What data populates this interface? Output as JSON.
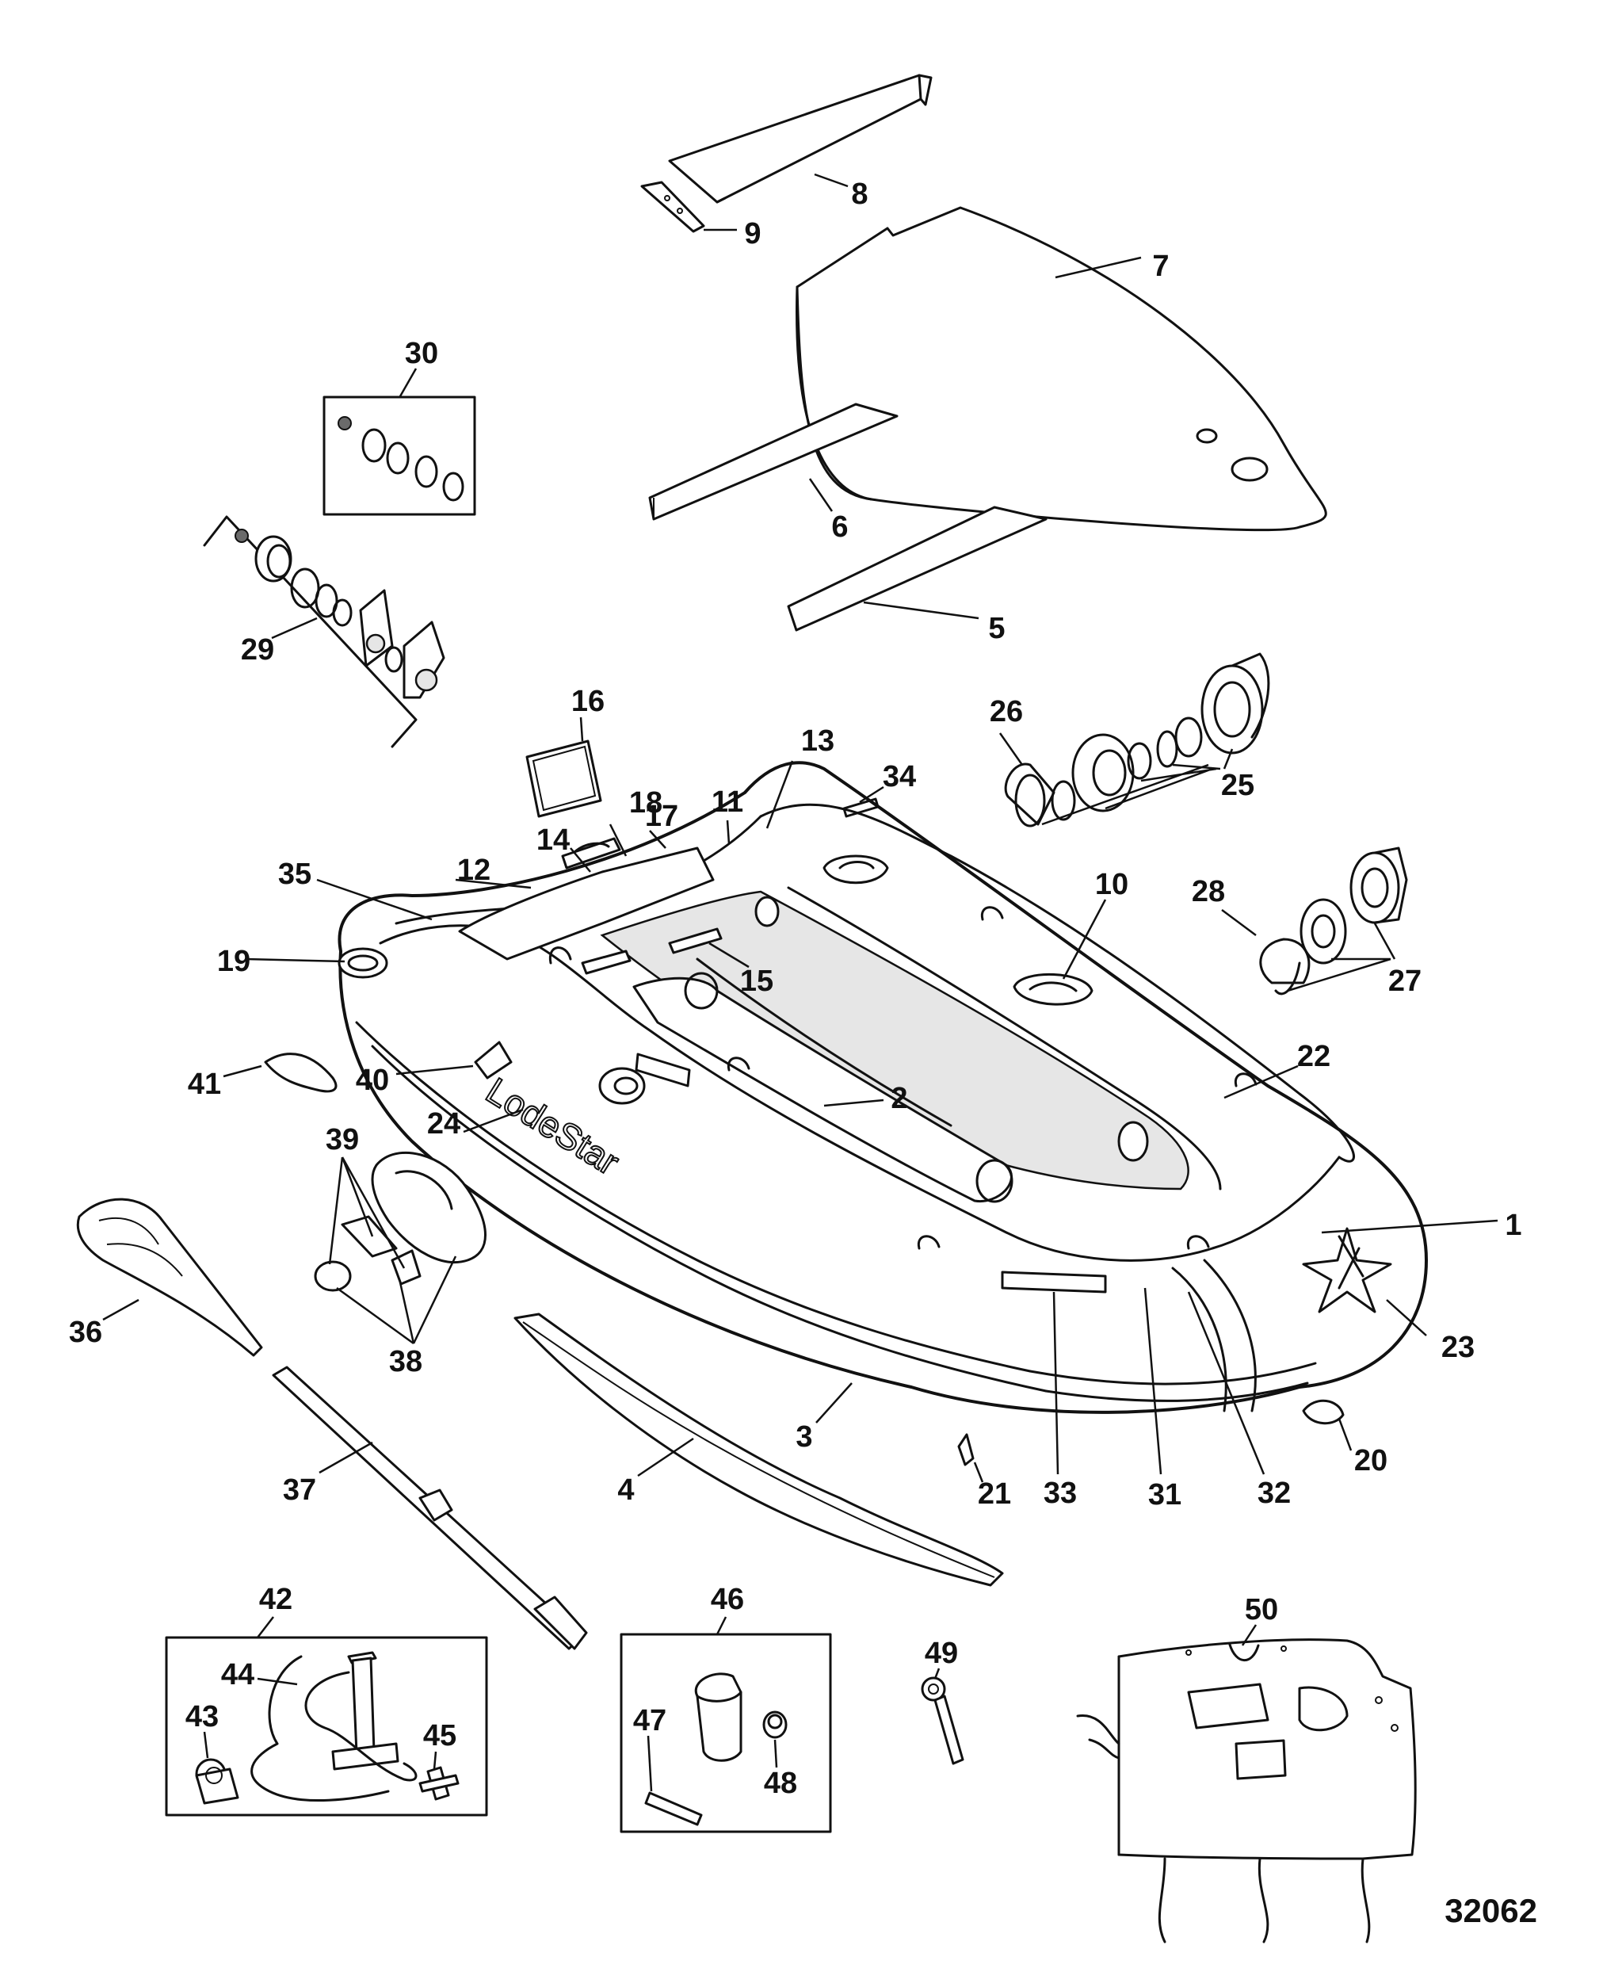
{
  "figure_number": "32062",
  "brand_text": "LodeStar",
  "part_labels": [
    {
      "id": "1"
    },
    {
      "id": "2"
    },
    {
      "id": "3"
    },
    {
      "id": "4"
    },
    {
      "id": "5"
    },
    {
      "id": "6"
    },
    {
      "id": "7"
    },
    {
      "id": "8"
    },
    {
      "id": "9"
    },
    {
      "id": "10"
    },
    {
      "id": "11"
    },
    {
      "id": "12"
    },
    {
      "id": "13"
    },
    {
      "id": "14"
    },
    {
      "id": "15"
    },
    {
      "id": "16"
    },
    {
      "id": "17"
    },
    {
      "id": "18"
    },
    {
      "id": "19"
    },
    {
      "id": "20"
    },
    {
      "id": "21"
    },
    {
      "id": "22"
    },
    {
      "id": "23"
    },
    {
      "id": "24"
    },
    {
      "id": "25"
    },
    {
      "id": "26"
    },
    {
      "id": "27"
    },
    {
      "id": "28"
    },
    {
      "id": "29"
    },
    {
      "id": "30"
    },
    {
      "id": "31"
    },
    {
      "id": "32"
    },
    {
      "id": "33"
    },
    {
      "id": "34"
    },
    {
      "id": "35"
    },
    {
      "id": "36"
    },
    {
      "id": "37"
    },
    {
      "id": "38"
    },
    {
      "id": "39"
    },
    {
      "id": "40"
    },
    {
      "id": "41"
    },
    {
      "id": "42"
    },
    {
      "id": "43"
    },
    {
      "id": "44"
    },
    {
      "id": "45"
    },
    {
      "id": "46"
    },
    {
      "id": "47"
    },
    {
      "id": "48"
    },
    {
      "id": "49"
    },
    {
      "id": "50"
    }
  ]
}
